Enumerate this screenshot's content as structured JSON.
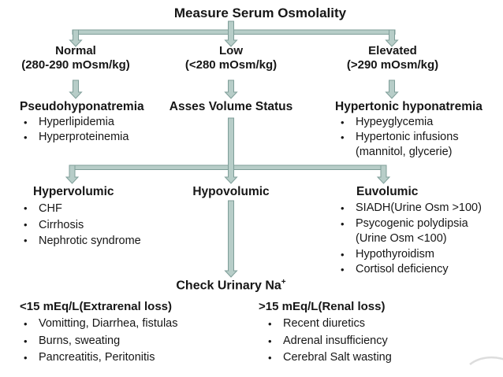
{
  "colors": {
    "background": "#ffffff",
    "text": "#161616",
    "arrow_fill": "#b7cdc8",
    "arrow_stroke": "#7f9e99",
    "watermark": "#b3b3b3"
  },
  "bullet": "•",
  "title": "Measure Serum Osmolality",
  "branches": {
    "normal": {
      "label": "Normal",
      "range": "(280-290 mOsm/kg)"
    },
    "low": {
      "label": "Low",
      "range": "(<280 mOsm/kg)"
    },
    "elevated": {
      "label": "Elevated",
      "range": "(>290 mOsm/kg)"
    }
  },
  "outcomes": {
    "pseudo": {
      "heading": "Pseudohyponatremia",
      "items": [
        "Hyperlipidemia",
        "Hyperproteinemia"
      ]
    },
    "assess": {
      "heading": "Asses Volume Status"
    },
    "hypertonic": {
      "heading": "Hypertonic hyponatremia",
      "items": [
        "Hypeyglycemia",
        "Hypertonic infusions"
      ],
      "item_continuation": "(mannitol, glycerie)"
    }
  },
  "volume_status": {
    "hypervolumic": {
      "heading": "Hypervolumic",
      "items": [
        "CHF",
        "Cirrhosis",
        "Nephrotic syndrome"
      ]
    },
    "hypovolumic": {
      "heading": "Hypovolumic"
    },
    "euvolumic": {
      "heading": "Euvolumic",
      "items": [
        "SIADH(Urine Osm >100)",
        "Psycogenic polydipsia",
        "Hypothyroidism",
        "Cortisol deficiency"
      ],
      "item_continuation": "(Urine Osm <100)"
    }
  },
  "urinary": {
    "heading": "Check Urinary Na",
    "heading_sup": "+",
    "extrarenal": {
      "heading": "<15 mEq/L(Extrarenal loss)",
      "items": [
        "Vomitting, Diarrhea, fistulas",
        "Burns, sweating",
        "Pancreatitis, Peritonitis"
      ]
    },
    "renal": {
      "heading": ">15 mEq/L(Renal loss)",
      "items": [
        "Recent diuretics",
        "Adrenal insufficiency",
        "Cerebral Salt wasting"
      ]
    }
  }
}
